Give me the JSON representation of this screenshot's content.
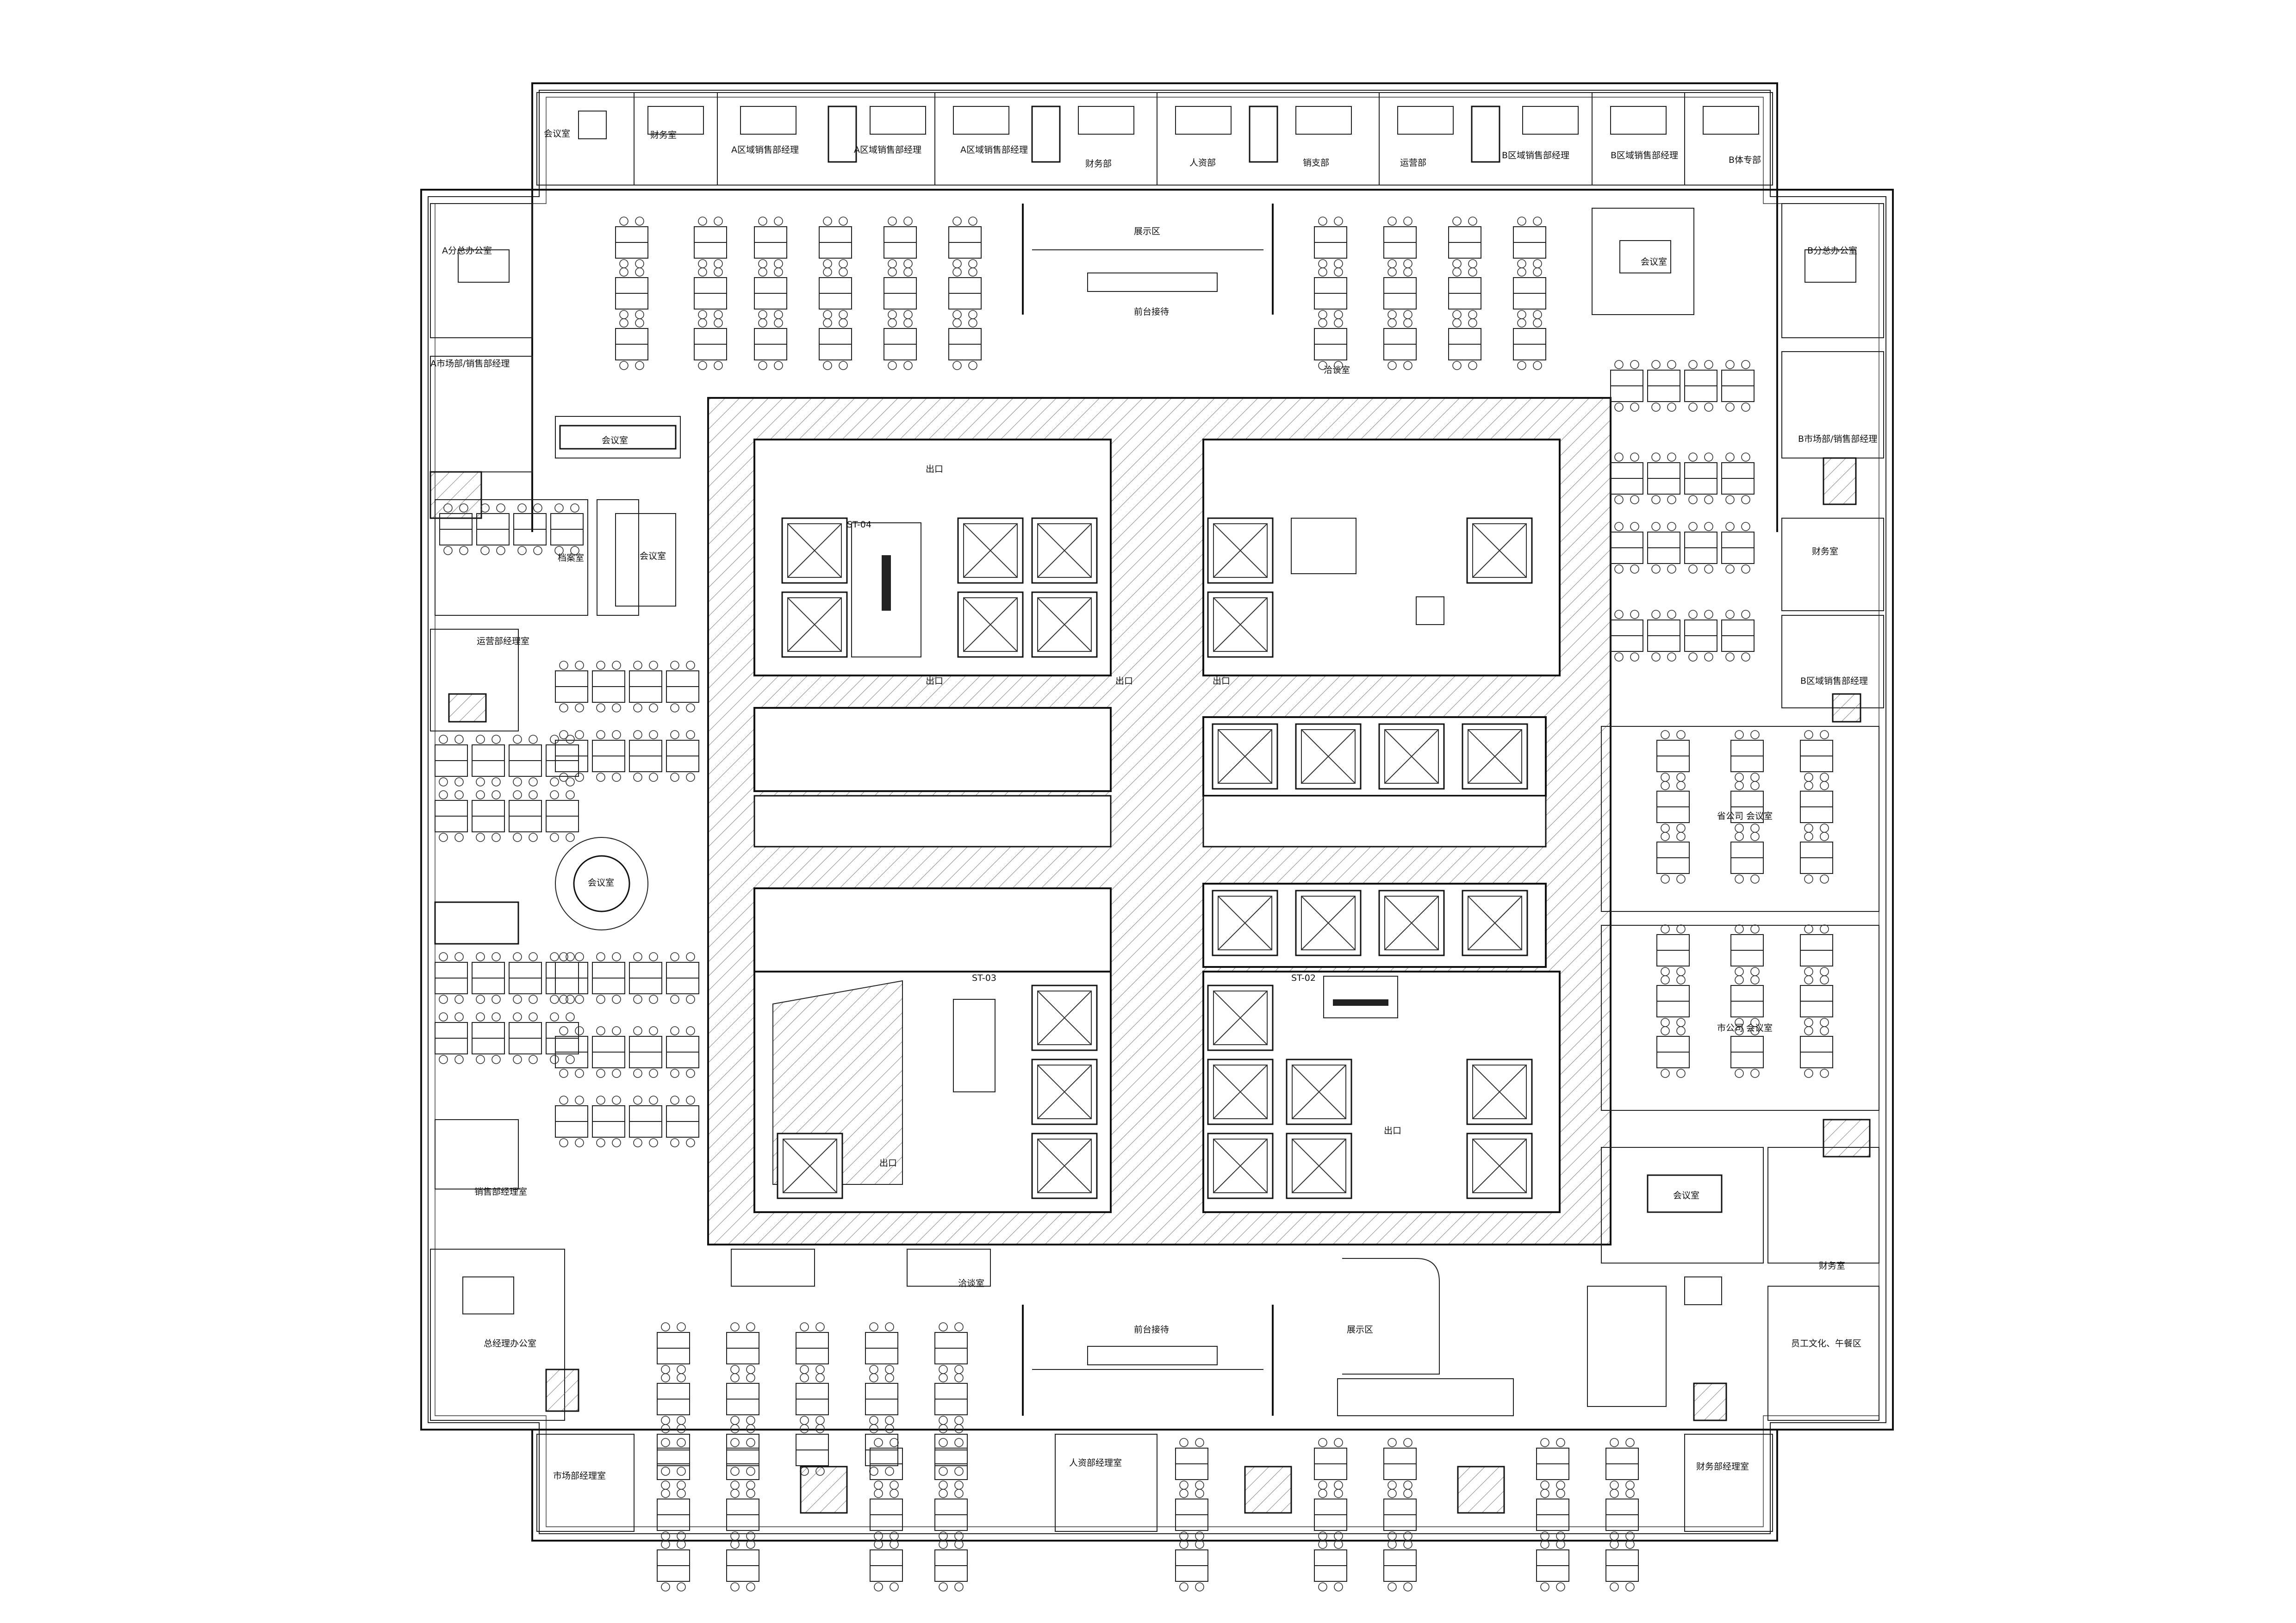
{
  "labels": {
    "meeting_nw": "会议室",
    "finance_n": "财务室",
    "a_sales_mgr_1": "A区域销售部经理",
    "a_sales_mgr_2": "A区域销售部经理",
    "a_sales_mgr_3": "A区域销售部经理",
    "finance_dept": "财务部",
    "hr_dept": "人资部",
    "sales_support": "销支部",
    "ops_dept": "运营部",
    "b_sales_mgr_1": "B区域销售部经理",
    "b_sales_mgr_2": "B区域销售部经理",
    "b_special": "B体专部",
    "exhibit_n": "展示区",
    "reception_n": "前台接待",
    "a_branch_office": "A分总办公室",
    "b_branch_office": "B分总办公室",
    "meeting_ne": "会议室",
    "a_market_mgr": "A市场部/销售部经理",
    "b_market_mgr": "B市场部/销售部经理",
    "meeting_w": "会议室",
    "meeting_w2": "会议室",
    "archive": "档案室",
    "negotiation_n": "洽谈室",
    "finance_e": "财务室",
    "b_sales_mgr_e": "B区域销售部经理",
    "ops_mgr": "运营部经理室",
    "round_meeting": "会议室",
    "prov_meeting": "省公司 会议室",
    "city_meeting": "市公司 会议室",
    "sales_mgr_room": "销售部经理室",
    "meeting_se": "会议室",
    "finance_se": "财务室",
    "gm_office": "总经理办公室",
    "negotiation_s": "洽谈室",
    "reception_s": "前台接待",
    "exhibit_s": "展示区",
    "staff_culture": "员工文化、午餐区",
    "market_mgr_room": "市场部经理室",
    "hr_mgr_room": "人资部经理室",
    "finance_mgr_room": "财务部经理室",
    "stair_04": "ST-04",
    "stair_03": "ST-03",
    "stair_02": "ST-02",
    "exit_1": "出口",
    "exit_2": "出口",
    "exit_3": "出口",
    "exit_4": "出口",
    "exit_5": "出口",
    "exit_6": "出口"
  }
}
